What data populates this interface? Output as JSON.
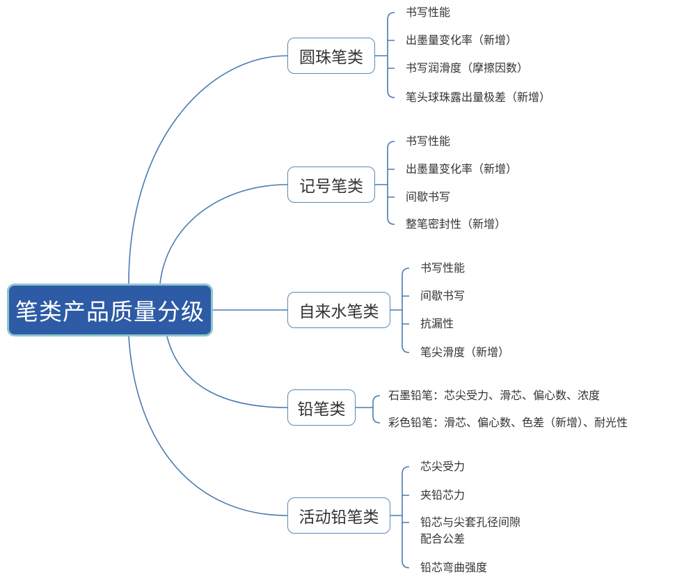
{
  "root": {
    "label": "笔类产品质量分级"
  },
  "categories": [
    {
      "label": "圆珠笔类",
      "items": [
        "书写性能",
        "出墨量变化率（新增）",
        "书写润滑度（摩擦因数）",
        "笔头球珠露出量极差（新增）"
      ]
    },
    {
      "label": "记号笔类",
      "items": [
        "书写性能",
        "出墨量变化率（新增）",
        "间歇书写",
        "整笔密封性（新增）"
      ]
    },
    {
      "label": "自来水笔类",
      "items": [
        "书写性能",
        "间歇书写",
        "抗漏性",
        "笔尖滑度（新增）"
      ]
    },
    {
      "label": "铅笔类",
      "items": [
        "石墨铅笔：芯尖受力、滑芯、偏心数、浓度",
        "彩色铅笔：滑芯、偏心数、色差（新增）、耐光性"
      ]
    },
    {
      "label": "活动铅笔类",
      "items": [
        "芯尖受力",
        "夹铅芯力",
        "铅芯与尖套孔径间隙",
        "配合公差",
        "铅芯弯曲强度"
      ]
    }
  ],
  "colors": {
    "root_fill": "#2d5ba5",
    "root_border": "#8ec6cf",
    "line": "#4a7ab0",
    "box_border": "#5a87b8"
  }
}
